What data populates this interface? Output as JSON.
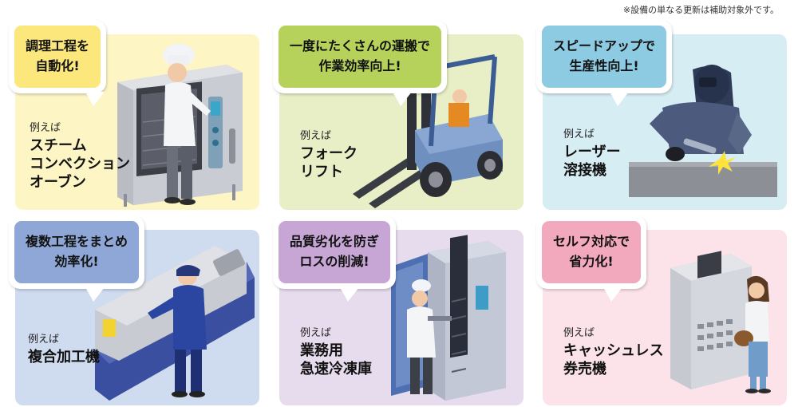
{
  "note": "※設備の単なる更新は補助対象外です。",
  "example_label": "例えば",
  "cards": [
    {
      "id": "convection-oven",
      "headline": "調理工程を\n自動化!",
      "item": "スチーム\nコンベクション\nオーブン",
      "bg_color": "#fdf6c4",
      "bubble_color": "#fbe77c"
    },
    {
      "id": "forklift",
      "headline": "一度にたくさんの運搬で\n作業効率向上!",
      "item": "フォーク\nリフト",
      "bg_color": "#e8efc7",
      "bubble_color": "#b7d25a"
    },
    {
      "id": "laser-welder",
      "headline": "スピードアップで\n生産性向上!",
      "item": "レーザー\n溶接機",
      "bg_color": "#d7edf4",
      "bubble_color": "#8dcbe3"
    },
    {
      "id": "machine-tool",
      "headline": "複数工程をまとめ\n効率化!",
      "item": "複合加工機",
      "bg_color": "#cfdcf0",
      "bubble_color": "#8ea7d6"
    },
    {
      "id": "blast-freezer",
      "headline": "品質劣化を防ぎ\nロスの削減!",
      "item": "業務用\n急速冷凍庫",
      "bg_color": "#e6dcee",
      "bubble_color": "#c7a6d6"
    },
    {
      "id": "cashless-kiosk",
      "headline": "セルフ対応で\n省力化!",
      "item": "キャッシュレス\n券売機",
      "bg_color": "#fbe3e9",
      "bubble_color": "#f3a9bd"
    }
  ]
}
